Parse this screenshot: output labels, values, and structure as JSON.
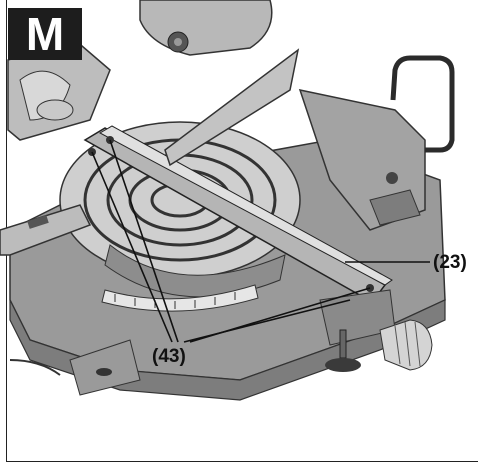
{
  "figure": {
    "label": "M"
  },
  "callouts": {
    "fence": "(23)",
    "screws": "(43)"
  }
}
